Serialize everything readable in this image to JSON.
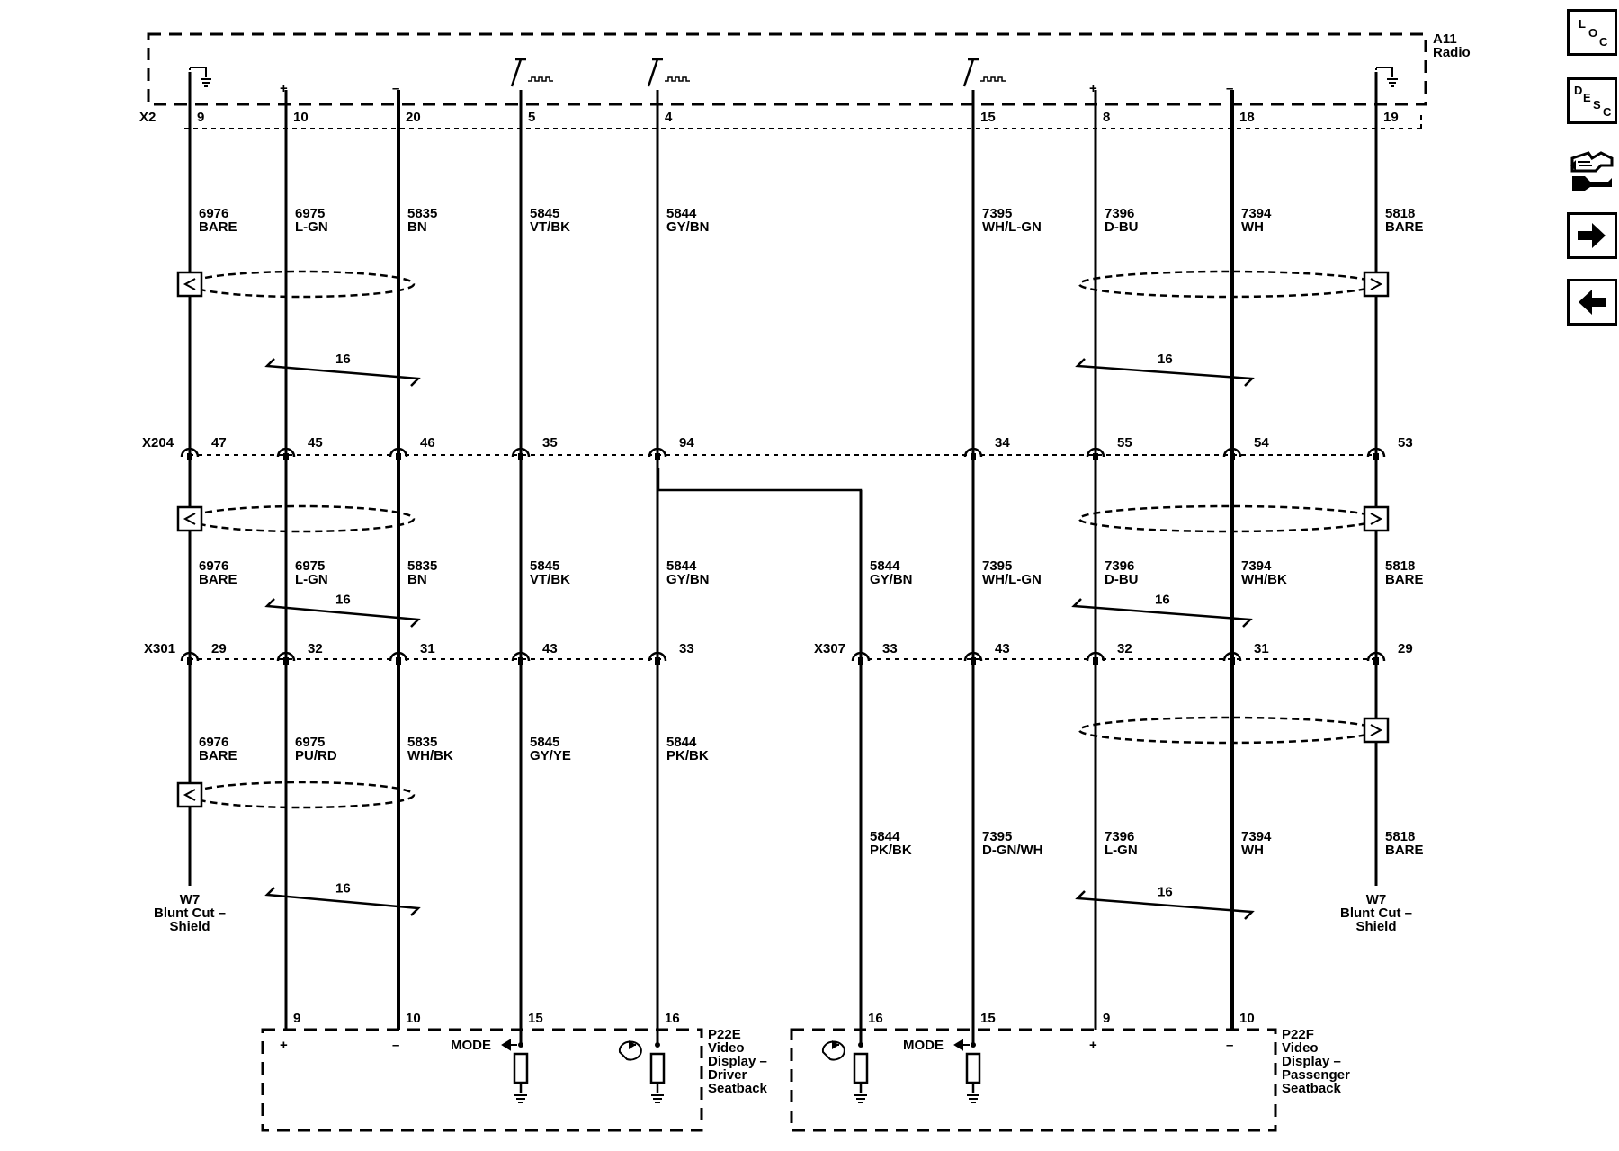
{
  "module": {
    "id": "A11",
    "name": "Radio"
  },
  "connectors": {
    "X2": "X2",
    "X204": "X204",
    "X301": "X301",
    "X307": "X307"
  },
  "sym": {
    "plus": "+",
    "minus": "–"
  },
  "splice": {
    "gauge": "16"
  },
  "wires": [
    {
      "key": "w9",
      "x2": "9",
      "c1": "6976",
      "k1": "BARE",
      "x204": "47",
      "c2": "6976",
      "k2": "BARE",
      "x301": "29",
      "c3": "6976",
      "k3": "BARE"
    },
    {
      "key": "w10",
      "x2": "10",
      "c1": "6975",
      "k1": "L-GN",
      "x204": "45",
      "c2": "6975",
      "k2": "L-GN",
      "x301": "32",
      "c3": "6975",
      "k3": "PU/RD",
      "pin": "9"
    },
    {
      "key": "w20",
      "x2": "20",
      "c1": "5835",
      "k1": "BN",
      "x204": "46",
      "c2": "5835",
      "k2": "BN",
      "x301": "31",
      "c3": "5835",
      "k3": "WH/BK",
      "pin": "10"
    },
    {
      "key": "w5",
      "x2": "5",
      "c1": "5845",
      "k1": "VT/BK",
      "x204": "35",
      "c2": "5845",
      "k2": "VT/BK",
      "x301": "43",
      "c3": "5845",
      "k3": "GY/YE",
      "pin": "15"
    },
    {
      "key": "w4",
      "x2": "4",
      "c1": "5844",
      "k1": "GY/BN",
      "x204": "94",
      "c2": "5844",
      "k2": "GY/BN",
      "x301": "33",
      "c3": "5844",
      "k3": "PK/BK",
      "pin": "16"
    },
    {
      "key": "w4b",
      "c2": "5844",
      "k2": "GY/BN",
      "x307": "33",
      "c3": "5844",
      "k3": "PK/BK",
      "pin": "16"
    },
    {
      "key": "w15",
      "x2": "15",
      "c1": "7395",
      "k1": "WH/L-GN",
      "x204": "34",
      "c2": "7395",
      "k2": "WH/L-GN",
      "x307": "43",
      "c3": "7395",
      "k3": "D-GN/WH",
      "pin": "15"
    },
    {
      "key": "w8",
      "x2": "8",
      "c1": "7396",
      "k1": "D-BU",
      "x204": "55",
      "c2": "7396",
      "k2": "D-BU",
      "x307": "32",
      "c3": "7396",
      "k3": "L-GN",
      "pin": "9"
    },
    {
      "key": "w18",
      "x2": "18",
      "c1": "7394",
      "k1": "WH",
      "x204": "54",
      "c2": "7394",
      "k2": "WH/BK",
      "x307": "31",
      "c3": "7394",
      "k3": "WH",
      "pin": "10"
    },
    {
      "key": "w19",
      "x2": "19",
      "c1": "5818",
      "k1": "BARE",
      "x204": "53",
      "c2": "5818",
      "k2": "BARE",
      "x307": "29",
      "c3": "5818",
      "k3": "BARE"
    }
  ],
  "shield_left": {
    "line1": "W7",
    "line2": "Blunt Cut –",
    "line3": "Shield"
  },
  "shield_right": {
    "line1": "W7",
    "line2": "Blunt Cut –",
    "line3": "Shield"
  },
  "display_left": {
    "line1": "P22E",
    "line2": "Video",
    "line3": "Display –",
    "line4": "Driver",
    "line5": "Seatback",
    "mode": "MODE"
  },
  "display_right": {
    "line1": "P22F",
    "line2": "Video",
    "line3": "Display –",
    "line4": "Passenger",
    "line5": "Seatback",
    "mode": "MODE"
  },
  "nav": {
    "loc": {
      "l1": "L",
      "l2": "O",
      "l3": "C"
    },
    "desc": {
      "l1": "D",
      "l2": "E",
      "l3": "S",
      "l4": "C"
    }
  },
  "icons": [
    "location-icon",
    "description-icon",
    "connector-tools-icon",
    "next-arrow-icon",
    "previous-arrow-icon"
  ]
}
